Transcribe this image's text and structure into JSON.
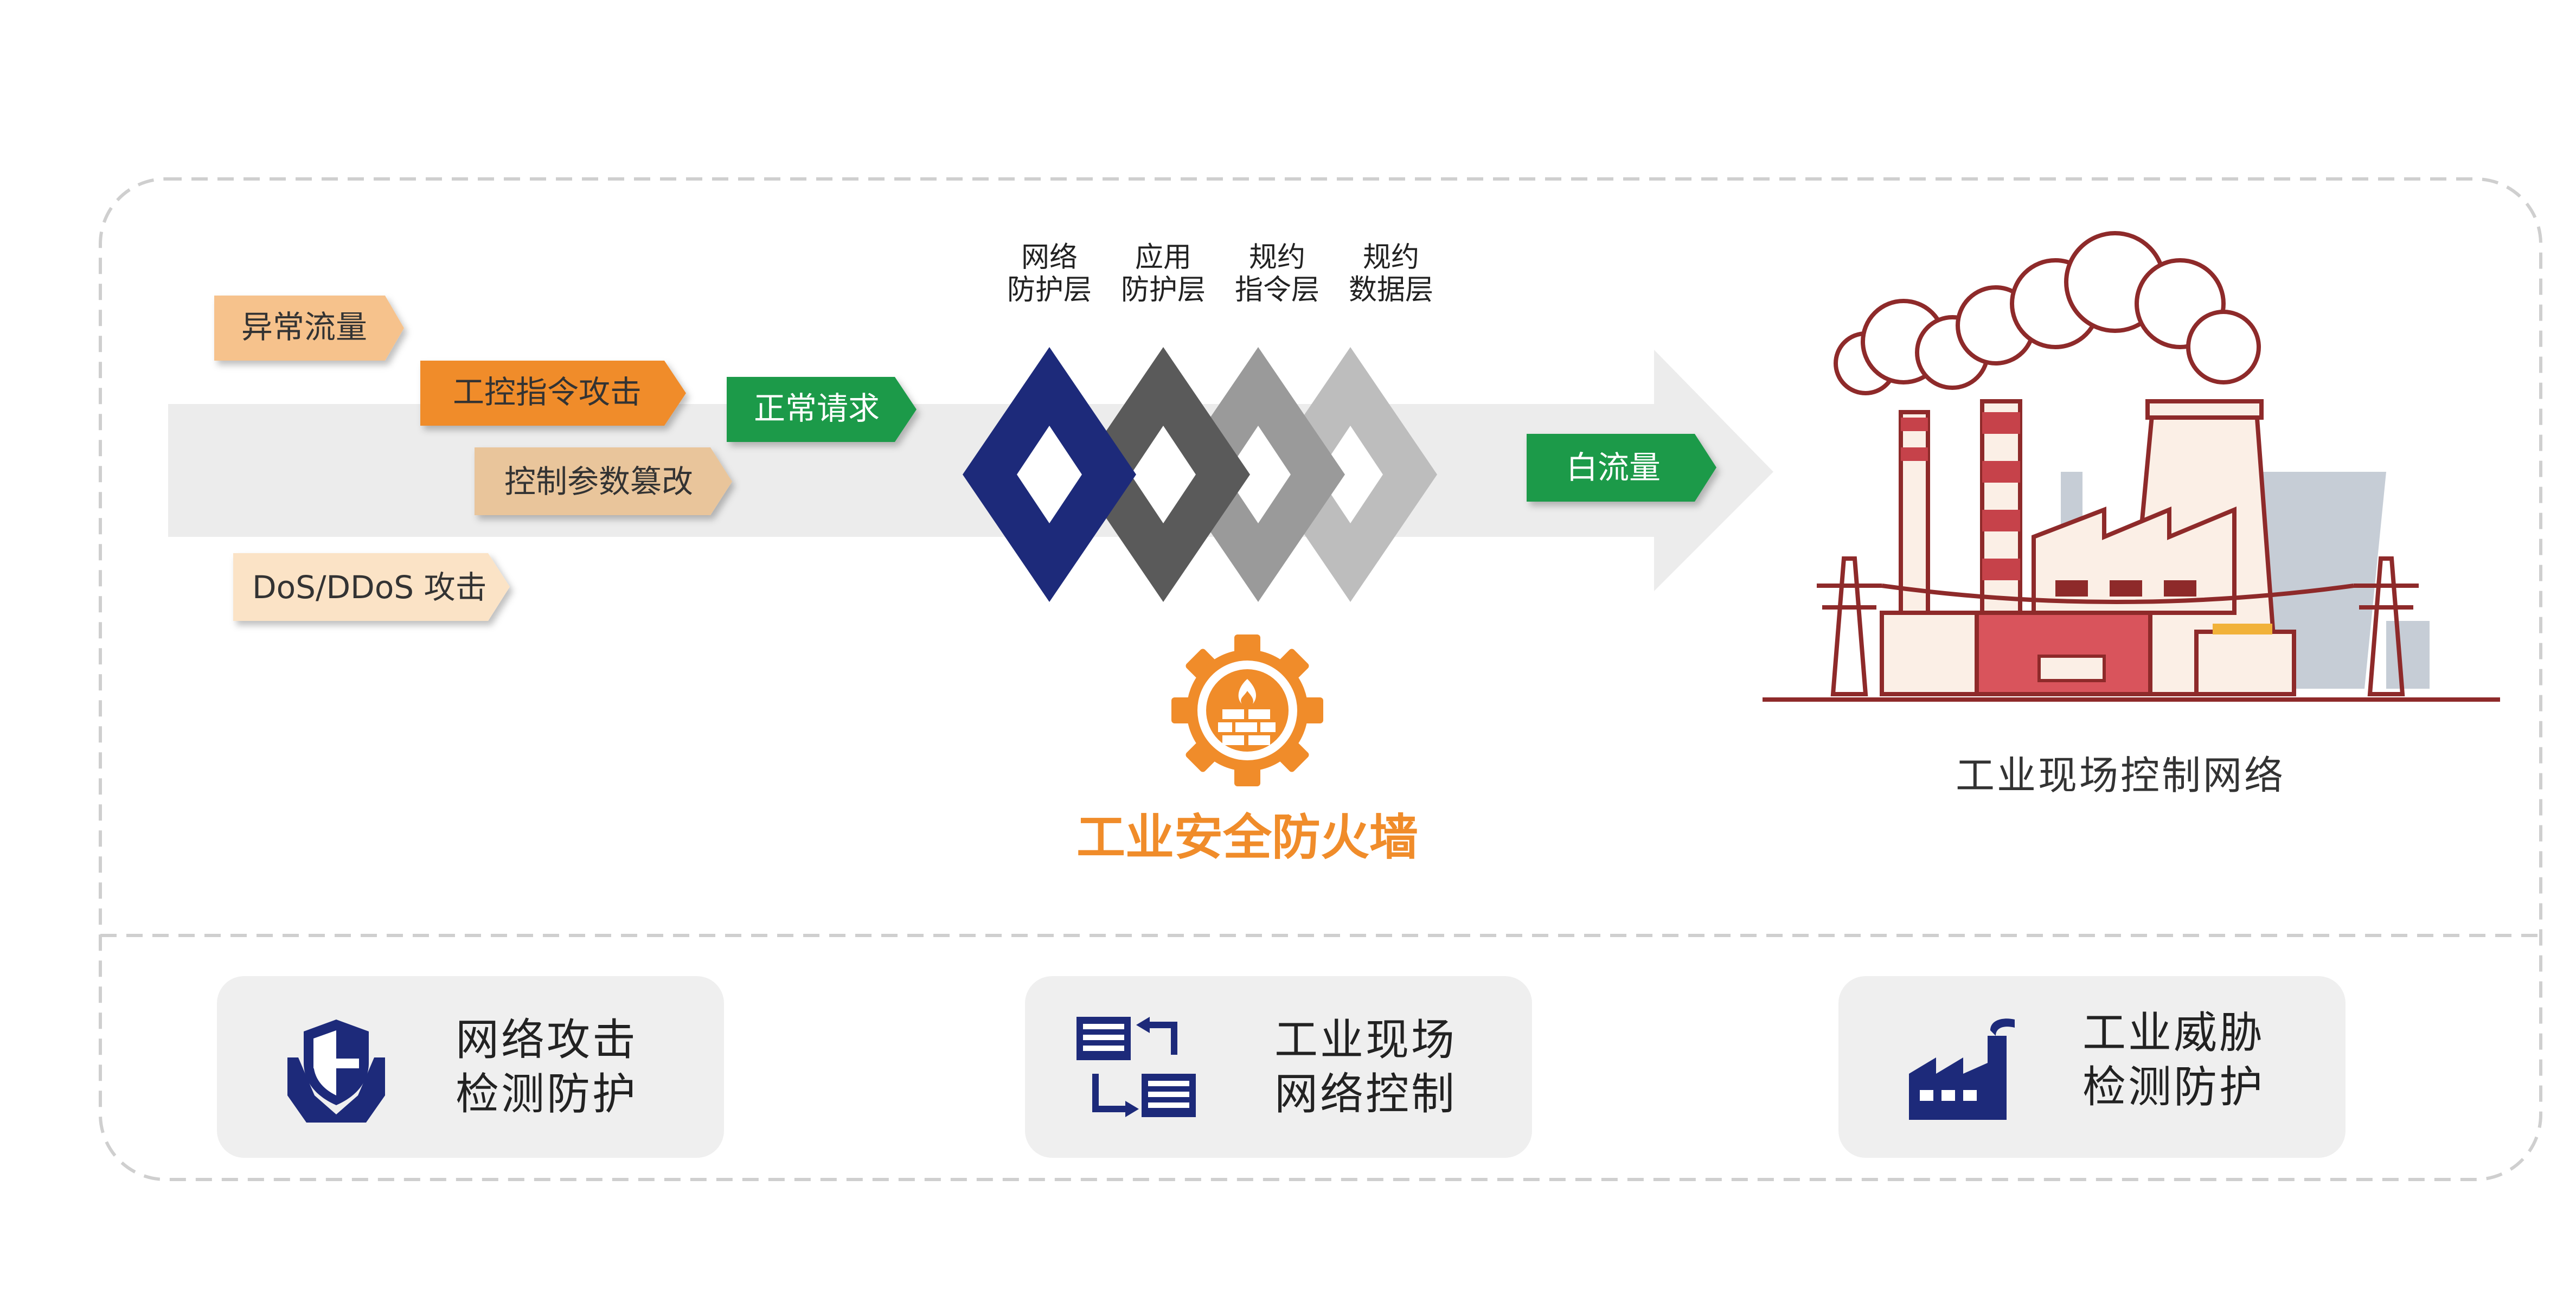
{
  "threats": [
    "异常流量",
    "工控指令攻击",
    "控制参数篡改",
    "DoS/DDoS 攻击"
  ],
  "normal_request": "正常请求",
  "white_traffic": "白流量",
  "layers": [
    {
      "line1": "网络",
      "line2": "防护层"
    },
    {
      "line1": "应用",
      "line2": "防护层"
    },
    {
      "line1": "规约",
      "line2": "指令层"
    },
    {
      "line1": "规约",
      "line2": "数据层"
    }
  ],
  "firewall_title": "工业安全防火墙",
  "factory_caption": "工业现场控制网络",
  "features": [
    {
      "line1": "网络攻击",
      "line2": "检测防护",
      "icon": "shield-hands-icon"
    },
    {
      "line1": "工业现场",
      "line2": "网络控制",
      "icon": "server-exchange-icon"
    },
    {
      "line1": "工业威胁",
      "line2": "检测防护",
      "icon": "factory-icon"
    }
  ],
  "colors": {
    "orange": "#f08c2a",
    "light_orange": "#f6c28c",
    "tan": "#e9c59b",
    "pale": "#fbe3c6",
    "green": "#1f9a48",
    "navy": "#1d2a7a",
    "dark_gray": "#555555",
    "mid_gray": "#888888",
    "light_gray": "#aaaaaa"
  }
}
